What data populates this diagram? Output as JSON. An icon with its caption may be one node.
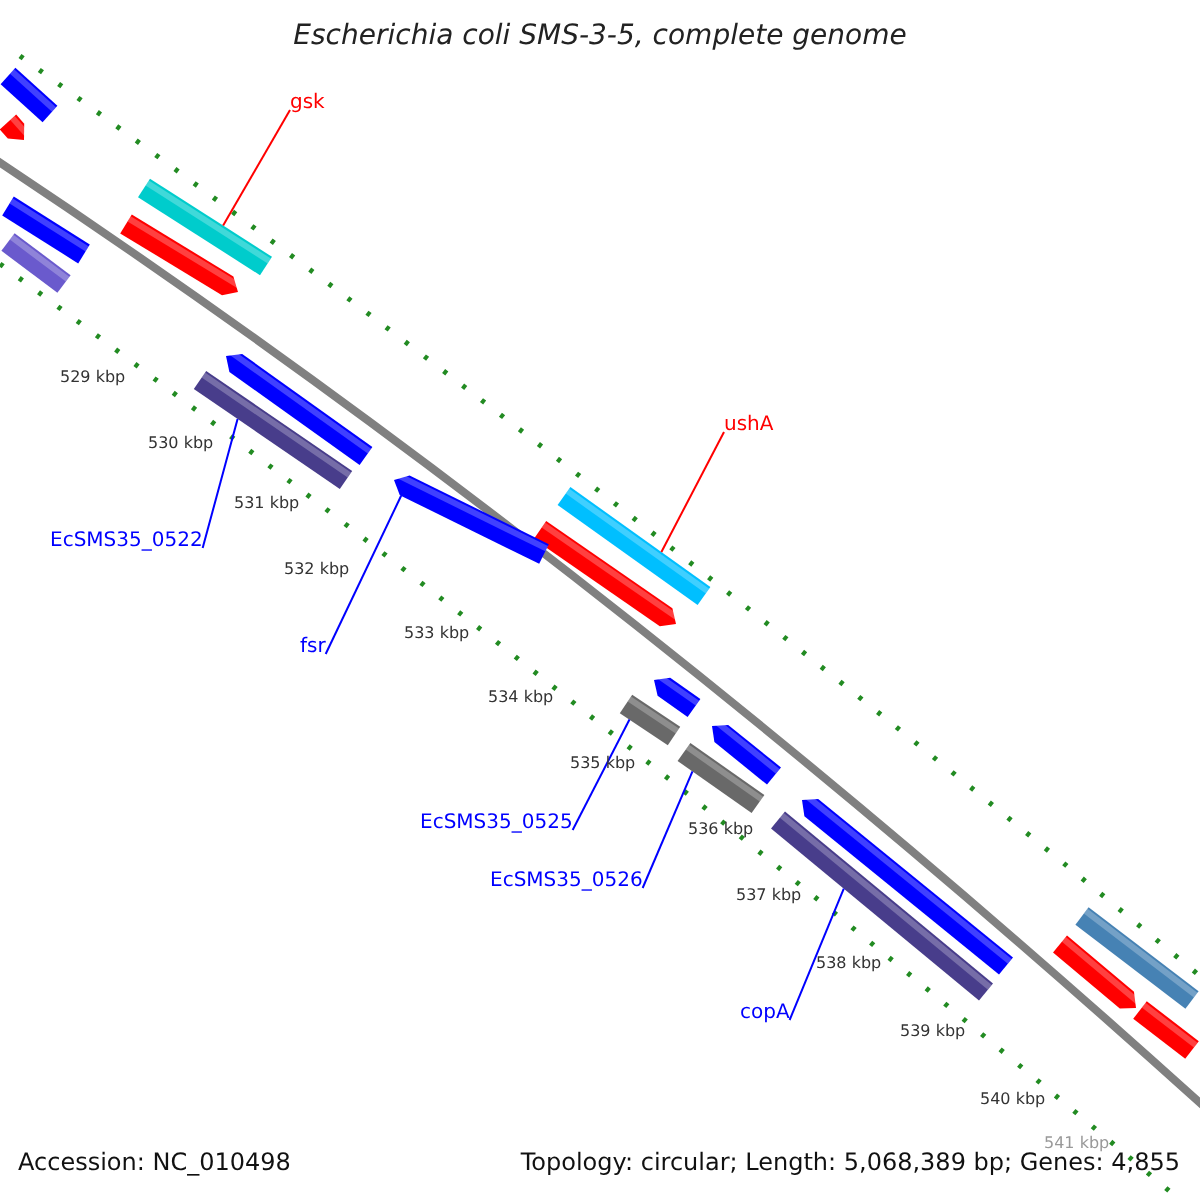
{
  "diagram": {
    "title": "Escherichia coli SMS-3-5, complete genome",
    "nodes": [
      {
        "text": [
          "gsk"
        ]
      },
      {
        "text": [],
        "shape": "bar"
      },
      {
        "text": [
          "ushA"
        ]
      },
      {
        "text": [],
        "shape": "bar"
      },
      {
        "text": [
          "EcSMS35_0522"
        ]
      },
      {
        "text": [],
        "shape": "bar"
      },
      {
        "text": [
          "fsr"
        ]
      },
      {
        "text": [],
        "shape": "bar"
      },
      {
        "text": [
          "EcSMS35_0525"
        ]
      },
      {
        "text": [],
        "shape": "bar"
      },
      {
        "text": [
          "EcSMS35_0526"
        ]
      },
      {
        "text": [],
        "shape": "bar"
      },
      {
        "text": [
          "copA"
        ]
      },
      {
        "text": [],
        "shape": "bar"
      }
    ],
    "edges": [
      {
        "from": 0,
        "to": 1,
        "arrow": "none",
        "color": "#ff0000"
      },
      {
        "from": 2,
        "to": 3,
        "arrow": "none",
        "color": "#ff0000"
      },
      {
        "from": 4,
        "to": 5,
        "arrow": "none"
      },
      {
        "from": 6,
        "to": 7,
        "arrow": "none"
      },
      {
        "from": 8,
        "to": 9,
        "arrow": "none"
      },
      {
        "from": 10,
        "to": 11,
        "arrow": "none"
      },
      {
        "from": 12,
        "to": 13,
        "arrow": "none"
      }
    ],
    "labels": [
      "529 kbp",
      "530 kbp",
      "531 kbp",
      "532 kbp",
      "533 kbp",
      "534 kbp",
      "535 kbp",
      "536 kbp",
      "537 kbp",
      "538 kbp",
      "539 kbp",
      "540 kbp",
      "541 kbp",
      "Accession: NC_010498",
      "Topology: circular; Length: 5,068,389 bp; Genes: 4,855"
    ]
  }
}
